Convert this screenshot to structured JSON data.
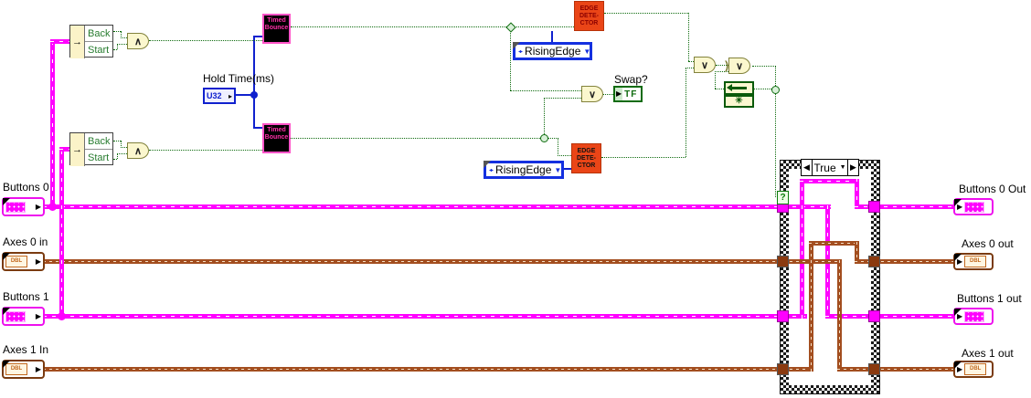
{
  "left_terminals": [
    {
      "label": "Buttons 0",
      "icon": "cluster"
    },
    {
      "label": "Axes 0 in",
      "icon": "dbl-array"
    },
    {
      "label": "Buttons 1",
      "icon": "cluster"
    },
    {
      "label": "Axes 1 In",
      "icon": "dbl-array"
    }
  ],
  "right_terminals": [
    {
      "label": "Buttons 0 Out",
      "icon": "cluster"
    },
    {
      "label": "Axes 0 out",
      "icon": "dbl-array"
    },
    {
      "label": "Buttons 1 out",
      "icon": "cluster"
    },
    {
      "label": "Axes 1 out",
      "icon": "dbl-array"
    }
  ],
  "unbundle_nodes": [
    {
      "fields": [
        "Back",
        "Start"
      ],
      "arrow": "→"
    },
    {
      "fields": [
        "Back",
        "Start"
      ],
      "arrow": "→"
    }
  ],
  "and_gates": [
    {
      "symbol": "∧"
    },
    {
      "symbol": "∧"
    }
  ],
  "or_gates": [
    {
      "symbol": "∨"
    },
    {
      "symbol": "∨"
    }
  ],
  "xor_gate": {
    "symbol": "∨",
    "pre": ")"
  },
  "timed_bounce_nodes": [
    {
      "line1": "Timed",
      "line2": "Bounce"
    },
    {
      "line1": "Timed",
      "line2": "Bounce"
    }
  ],
  "edge_detectors": [
    {
      "line1": "EDGE",
      "line2": "DETE-",
      "line3": "CTOR"
    },
    {
      "line1": "EDGE",
      "line2": "DETE-",
      "line3": "CTOR"
    }
  ],
  "enum_constants": [
    {
      "value": "RisingEdge"
    },
    {
      "value": "RisingEdge"
    }
  ],
  "hold_time": {
    "label": "Hold Time(ms)",
    "rep": "U32"
  },
  "swap_indicator": {
    "label": "Swap?",
    "value": "TF"
  },
  "feedback_node": {
    "init_symbol": "✳"
  },
  "case_structure": {
    "selector": "True",
    "selector_terminal": "?",
    "nav_left": "◀",
    "nav_right": "▶",
    "dropdown": "▼"
  },
  "glyphs": {
    "terminal_arrow": "▶",
    "enum_inc": "◂▸",
    "enum_dropdown": "▼",
    "u32_arrow": "▸",
    "dbl": "DBL"
  },
  "colors": {
    "cluster_wire": "#FF00FF",
    "array_wire": "#A34E1F",
    "scalar_wire": "#1021CE",
    "bool_wire": "#0E6B0E",
    "edge_detector_bg": "#EA4517",
    "timed_bounce_border": "#FF54C8",
    "enum_border": "#1430E0",
    "structure_green": "#0B7B0B"
  }
}
